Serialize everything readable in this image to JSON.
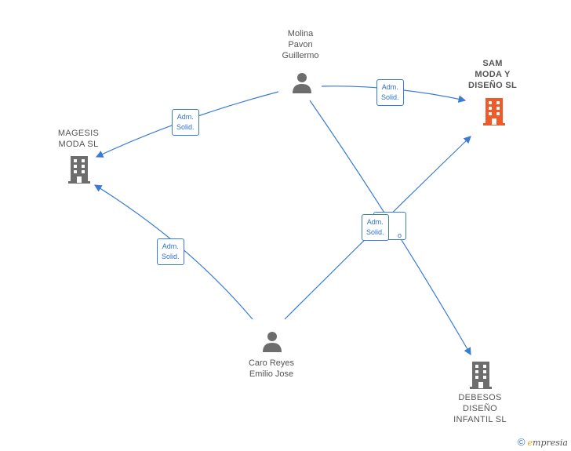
{
  "nodes": {
    "molina": {
      "label": "Molina\nPavon\nGuillermo",
      "type": "person"
    },
    "caro": {
      "label": "Caro Reyes\nEmilio Jose",
      "type": "person"
    },
    "magesis": {
      "label": "MAGESIS\nMODA  SL",
      "type": "company"
    },
    "sam": {
      "label": "SAM\nMODA Y\nDISEÑO  SL",
      "type": "company-highlight"
    },
    "debesos": {
      "label": "DEBESOS\nDISEÑO\nINFANTIL  SL",
      "type": "company"
    }
  },
  "edge_labels": {
    "molina_magesis": "Adm.\nSolid.",
    "molina_sam": "Adm.\nSolid.",
    "caro_magesis": "Adm.\nSolid.",
    "caro_sam": "Adm.\nSolid.",
    "molina_debesos_partial": "o"
  },
  "colors": {
    "edge": "#3a7bd5",
    "person_icon": "#6d6d6d",
    "company_icon": "#6d6d6d",
    "highlight_icon": "#f05a28"
  },
  "footer": {
    "copyright": "©",
    "brand_e": "e",
    "brand_rest": "mpresia"
  }
}
